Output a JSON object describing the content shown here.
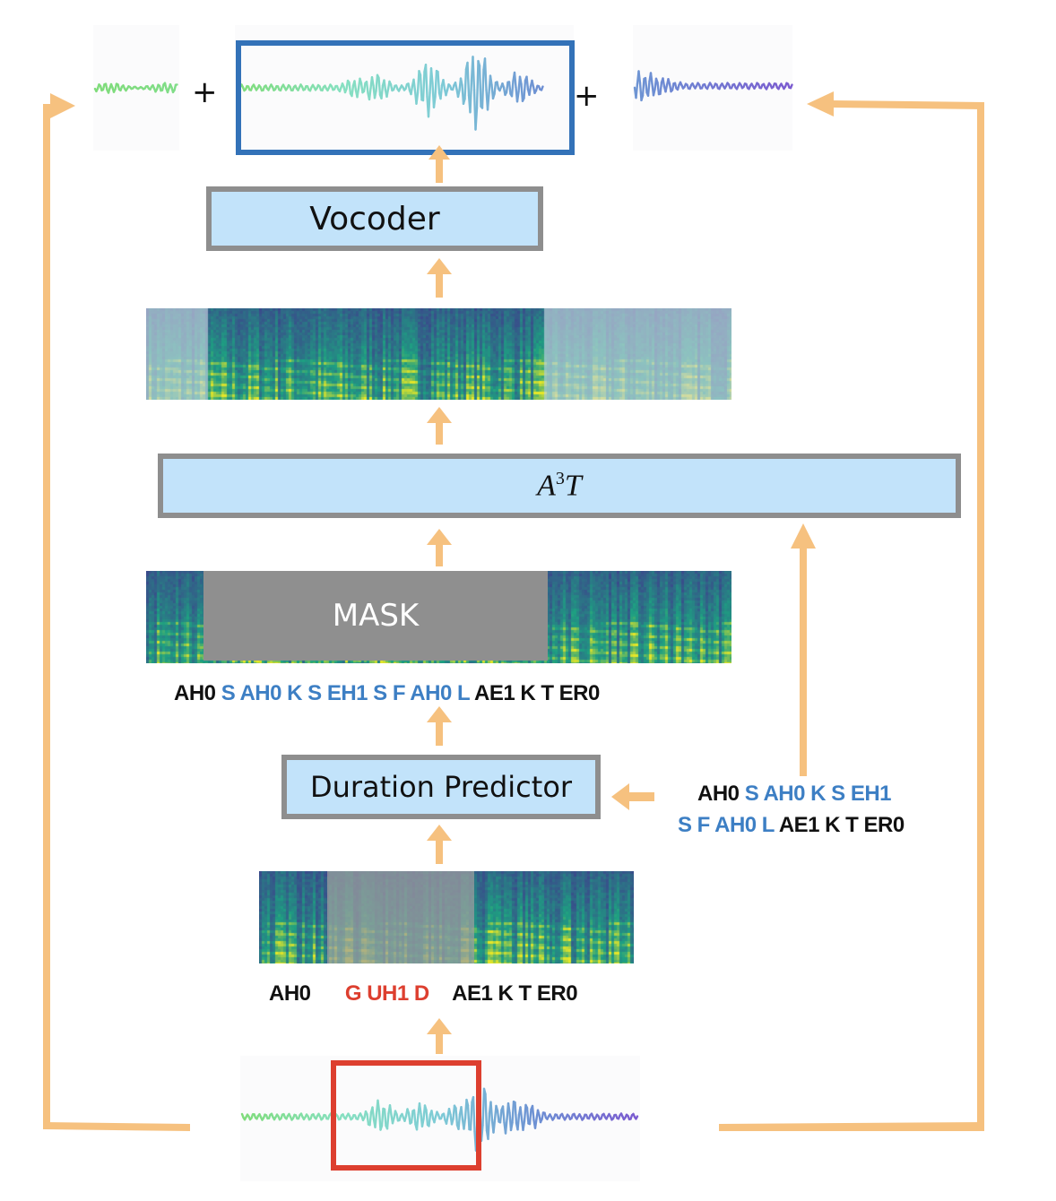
{
  "colors": {
    "arrow": "#f6c17f",
    "block_fill": "#c2e3fa",
    "block_border": "#8e8e8e",
    "output_box": "#3372b8",
    "input_box": "#dd3f2f",
    "phoneme_black": "#111111",
    "phoneme_blue": "#3d7fc4",
    "phoneme_red": "#dd3f2f",
    "mask_fill": "#8f8f8f"
  },
  "output": {
    "plus_left": "+",
    "plus_right": "+"
  },
  "blocks": {
    "vocoder": "Vocoder",
    "a3t_base": "A",
    "a3t_sup": "3",
    "a3t_tail": "T",
    "duration_predictor": "Duration Predictor",
    "mask": "MASK"
  },
  "masked_sequence": [
    {
      "text": "AH0",
      "color": "black"
    },
    {
      "text": "S AH0 K S EH1 S F AH0 L",
      "color": "blue"
    },
    {
      "text": "AE1 K T ER0",
      "color": "black"
    }
  ],
  "target_text": {
    "line1": [
      {
        "text": "AH0",
        "color": "black"
      },
      {
        "text": "S AH0 K S EH1",
        "color": "blue"
      }
    ],
    "line2": [
      {
        "text": "S F AH0 L",
        "color": "blue"
      },
      {
        "text": "AE1 K T ER0",
        "color": "black"
      }
    ]
  },
  "original_sequence": [
    {
      "text": "AH0",
      "color": "black"
    },
    {
      "text": "G UH1 D",
      "color": "red"
    },
    {
      "text": "AE1 K T ER0",
      "color": "black"
    }
  ]
}
